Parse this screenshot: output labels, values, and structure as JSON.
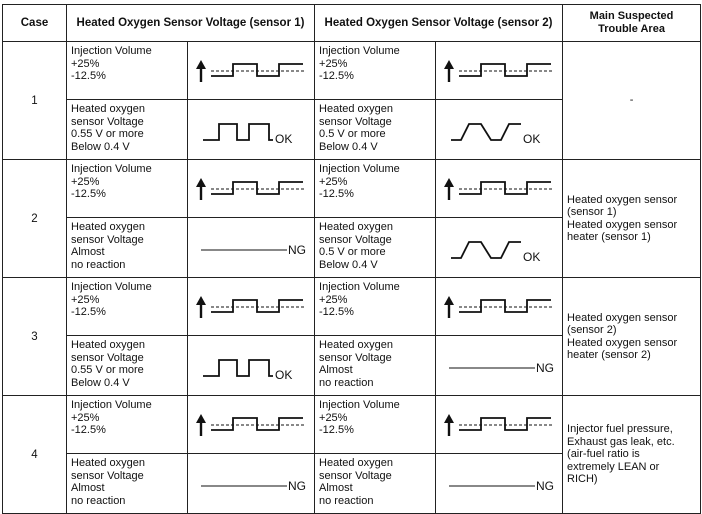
{
  "headers": {
    "case": "Case",
    "sensor1": "Heated Oxygen Sensor Voltage (sensor 1)",
    "sensor2": "Heated Oxygen Sensor Voltage (sensor 2)",
    "trouble": "Main Suspected\nTrouble Area"
  },
  "labels": {
    "injection": "Injection Volume\n+25%\n-12.5%",
    "o2_055": "Heated oxygen\nsensor Voltage\n0.55 V or more\nBelow 0.4 V",
    "o2_05": "Heated oxygen\nsensor Voltage\n0.5 V or more\nBelow 0.4 V",
    "o2_none": "Heated oxygen\nsensor Voltage\nAlmost\nno reaction"
  },
  "results": {
    "ok": "OK",
    "ng": "NG"
  },
  "rows": [
    {
      "case": "1",
      "trouble": "-"
    },
    {
      "case": "2",
      "trouble": "Heated oxygen sensor\n(sensor 1)\nHeated oxygen sensor\nheater (sensor 1)"
    },
    {
      "case": "3",
      "trouble": "Heated oxygen sensor\n(sensor 2)\nHeated oxygen sensor\nheater (sensor 2)"
    },
    {
      "case": "4",
      "trouble": "Injector fuel pressure,\nExhaust gas leak, etc.\n(air-fuel ratio is\nextremely LEAN or\nRICH)"
    }
  ]
}
